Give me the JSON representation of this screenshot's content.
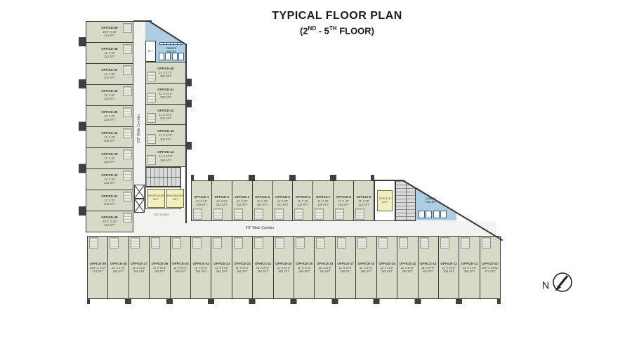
{
  "title": "TYPICAL FLOOR PLAN",
  "subtitle": {
    "p1": "(2",
    "s1": "ND",
    "p2": " - 5",
    "s2": "TH",
    "p3": " FLOOR)"
  },
  "compass": {
    "label": "N"
  },
  "corridors": {
    "vertical": "6'8\" Wide Corridor",
    "horizontal": "6'8\" Wide Corridor"
  },
  "rooms": {
    "gents_toilet_line1": "GENTS",
    "gents_toilet_line2": "TOILET",
    "ladies_toilet_line1": "LADIES",
    "ladies_toilet_line2": "TOILET",
    "mt_room": "M.T.",
    "lift_lobby": "LIFT LOBBY",
    "passenger_lift": "PASSENGER LIFT",
    "service_lift": "SERVICE LIFT"
  },
  "colors": {
    "office_fill": "#d8d9c7",
    "toilet_fill": "#aecde3",
    "lift_fill": "#f3eec0",
    "wall": "#3a3a3a"
  },
  "offices": {
    "left_column": [
      {
        "name": "OFFICE-39",
        "dim": "10'4\" X 20'",
        "area": "212 SFT"
      },
      {
        "name": "OFFICE-38",
        "dim": "11' X 20'",
        "area": "222 SFT"
      },
      {
        "name": "OFFICE-37",
        "dim": "11' X 20'",
        "area": "222 SFT"
      },
      {
        "name": "OFFICE-36",
        "dim": "11' X 20'",
        "area": "222 SFT"
      },
      {
        "name": "OFFICE-35",
        "dim": "11' X 20'",
        "area": "222 SFT"
      },
      {
        "name": "OFFICE-34",
        "dim": "11' X 20'",
        "area": "209 SFT"
      },
      {
        "name": "OFFICE-33",
        "dim": "11' X 20'",
        "area": "222 SFT"
      },
      {
        "name": "OFFICE-32",
        "dim": "11' X 20'",
        "area": "222 SFT"
      },
      {
        "name": "OFFICE-31",
        "dim": "11' X 20'",
        "area": "209 SFT"
      },
      {
        "name": "OFFICE-30",
        "dim": "10'4\" X 20'",
        "area": "212 SFT"
      }
    ],
    "right_column": [
      {
        "name": "OFFICE-40",
        "dim": "11' X 27'2\"",
        "area": "288 SFT"
      },
      {
        "name": "OFFICE-41",
        "dim": "11' X 27'2\"",
        "area": "288 SFT"
      },
      {
        "name": "OFFICE-42",
        "dim": "11' X 27'2\"",
        "area": "300 SFT"
      },
      {
        "name": "OFFICE-43",
        "dim": "11' X 27'2\"",
        "area": "300 SFT"
      },
      {
        "name": "OFFICE-44",
        "dim": "11' X 27'2\"",
        "area": "288 SFT"
      }
    ],
    "top_row": [
      {
        "name": "OFFICE-1",
        "dim": "11' X 20'",
        "area": "209 SFT"
      },
      {
        "name": "OFFICE-2",
        "dim": "11' X 20'",
        "area": "222 SFT"
      },
      {
        "name": "OFFICE-3",
        "dim": "11' X 20'",
        "area": "222 SFT"
      },
      {
        "name": "OFFICE-4",
        "dim": "11' X 20'",
        "area": "209 SFT"
      },
      {
        "name": "OFFICE-5",
        "dim": "11' X 20'",
        "area": "222 SFT"
      },
      {
        "name": "OFFICE-6",
        "dim": "11' X 20'",
        "area": "222 SFT"
      },
      {
        "name": "OFFICE-7",
        "dim": "11' X 20'",
        "area": "209 SFT"
      },
      {
        "name": "OFFICE-8",
        "dim": "11' X 20'",
        "area": "222 SFT"
      },
      {
        "name": "OFFICE-9",
        "dim": "11' X 20'",
        "area": "222 SFT"
      }
    ],
    "bottom_row": [
      {
        "name": "OFFICE-29",
        "dim": "10'6\" X 27'2\"",
        "area": "274 SFT"
      },
      {
        "name": "OFFICE-28",
        "dim": "11' X 27'2\"",
        "area": "268 SFT"
      },
      {
        "name": "OFFICE-27",
        "dim": "11' X 27'2\"",
        "area": "268 SFT"
      },
      {
        "name": "OFFICE-26",
        "dim": "11' X 27'2\"",
        "area": "268 SFT"
      },
      {
        "name": "OFFICE-25",
        "dim": "11' X 27'2\"",
        "area": "300 SFT"
      },
      {
        "name": "OFFICE-24",
        "dim": "11' X 27'2\"",
        "area": "300 SFT"
      },
      {
        "name": "OFFICE-23",
        "dim": "11' X 27'2\"",
        "area": "268 SFT"
      },
      {
        "name": "OFFICE-22",
        "dim": "11' X 27'2\"",
        "area": "300 SFT"
      },
      {
        "name": "OFFICE-21",
        "dim": "11' X 27'2\"",
        "area": "300 SFT"
      },
      {
        "name": "OFFICE-20",
        "dim": "11' X 27'2\"",
        "area": "268 SFT"
      },
      {
        "name": "OFFICE-19",
        "dim": "11' X 27'2\"",
        "area": "300 SFT"
      },
      {
        "name": "OFFICE-18",
        "dim": "11' X 27'2\"",
        "area": "300 SFT"
      },
      {
        "name": "OFFICE-17",
        "dim": "11' X 27'2\"",
        "area": "268 SFT"
      },
      {
        "name": "OFFICE-16",
        "dim": "11' X 27'2\"",
        "area": "268 SFT"
      },
      {
        "name": "OFFICE-15",
        "dim": "11' X 27'2\"",
        "area": "268 SFT"
      },
      {
        "name": "OFFICE-14",
        "dim": "11' X 27'2\"",
        "area": "300 SFT"
      },
      {
        "name": "OFFICE-13",
        "dim": "11' X 27'2\"",
        "area": "300 SFT"
      },
      {
        "name": "OFFICE-12",
        "dim": "11' X 27'2\"",
        "area": "300 SFT"
      },
      {
        "name": "OFFICE-11",
        "dim": "11' X 27'2\"",
        "area": "308 SFT"
      },
      {
        "name": "OFFICE-10",
        "dim": "10'6\" X 20'11\"",
        "area": "274 SFT"
      }
    ]
  }
}
